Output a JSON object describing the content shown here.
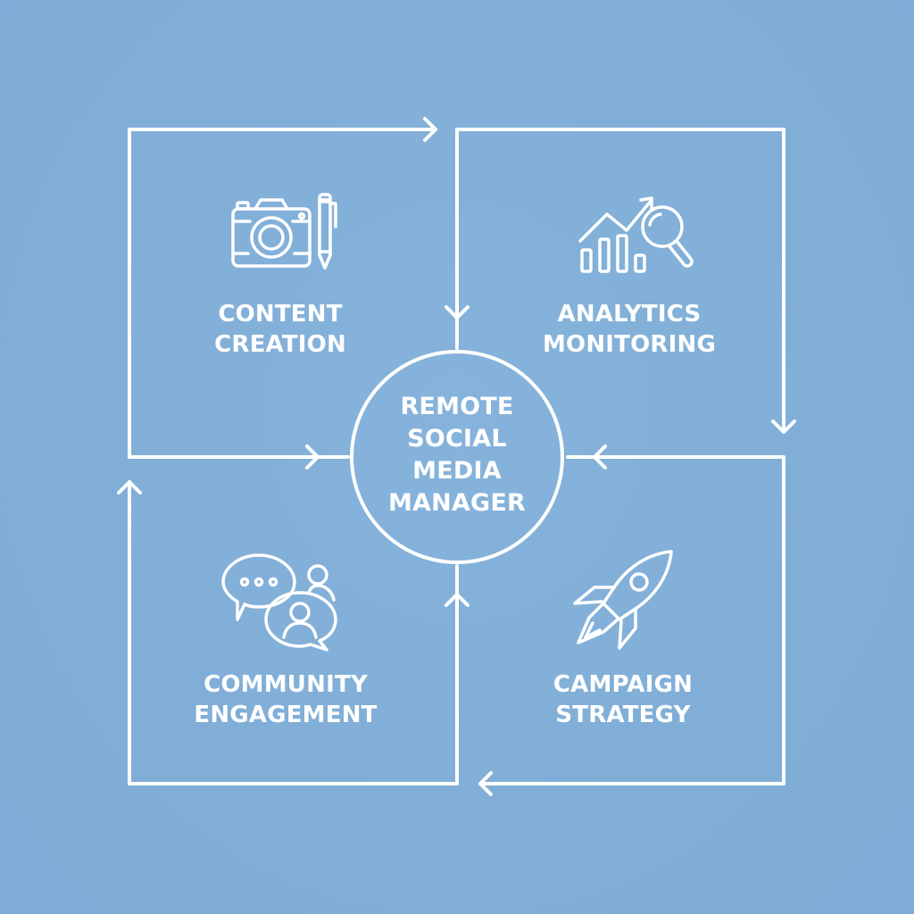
{
  "hub": {
    "lines": [
      "REMOTE",
      "SOCIAL",
      "MEDIA",
      "MANAGER"
    ]
  },
  "quadrants": [
    {
      "id": "content",
      "lines": [
        "CONTENT",
        "CREATION"
      ],
      "icon": "camera-pencil-icon"
    },
    {
      "id": "analytics",
      "lines": [
        "ANALYTICS",
        "MONITORING"
      ],
      "icon": "chart-magnifier-icon"
    },
    {
      "id": "community",
      "lines": [
        "COMMUNITY",
        "ENGAGEMENT"
      ],
      "icon": "chat-users-icon"
    },
    {
      "id": "campaign",
      "lines": [
        "CAMPAIGN",
        "STRATEGY"
      ],
      "icon": "rocket-icon"
    }
  ],
  "colors": {
    "background": "#81afd8",
    "foreground": "#ffffff"
  }
}
